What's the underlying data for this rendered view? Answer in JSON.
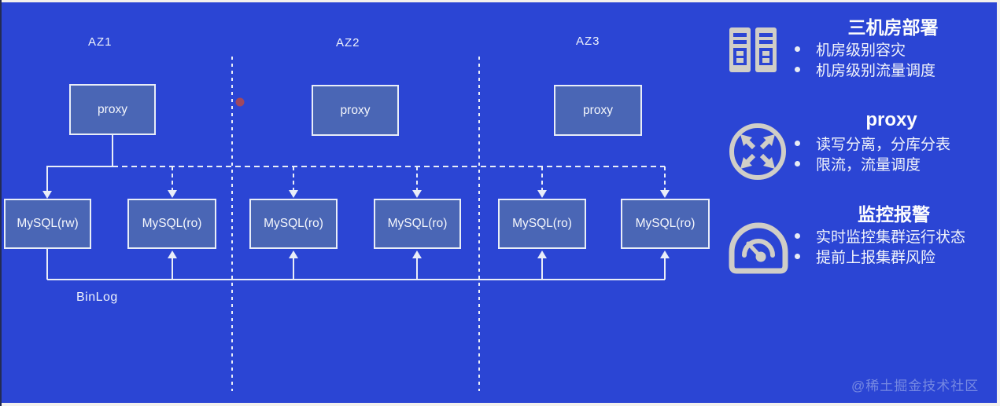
{
  "diagram": {
    "zones": [
      {
        "label": "AZ1"
      },
      {
        "label": "AZ2"
      },
      {
        "label": "AZ3"
      }
    ],
    "proxy_nodes": [
      {
        "label": "proxy"
      },
      {
        "label": "proxy"
      },
      {
        "label": "proxy"
      }
    ],
    "db_nodes": [
      {
        "label": "MySQL(rw)"
      },
      {
        "label": "MySQL(ro)"
      },
      {
        "label": "MySQL(ro)"
      },
      {
        "label": "MySQL(ro)"
      },
      {
        "label": "MySQL(ro)"
      },
      {
        "label": "MySQL(ro)"
      }
    ],
    "binlog_label": "BinLog"
  },
  "legend": {
    "sections": [
      {
        "icon": "server-racks-icon",
        "title": "三机房部署",
        "bullets": [
          "机房级别容灾",
          "机房级别流量调度"
        ]
      },
      {
        "icon": "router-arrows-icon",
        "title": "proxy",
        "bullets": [
          "读写分离，分库分表",
          "限流，流量调度"
        ]
      },
      {
        "icon": "gauge-icon",
        "title": "监控报警",
        "bullets": [
          "实时监控集群运行状态",
          "提前上报集群风险"
        ]
      }
    ]
  },
  "watermark": "@稀土掘金技术社区",
  "colors": {
    "background": "#2b45d4",
    "node_fill": "#4a66b5",
    "node_border": "#e8edf8",
    "line": "#e9edf8",
    "icon_gray": "#d0cec7",
    "red_dot": "#b5494a"
  }
}
